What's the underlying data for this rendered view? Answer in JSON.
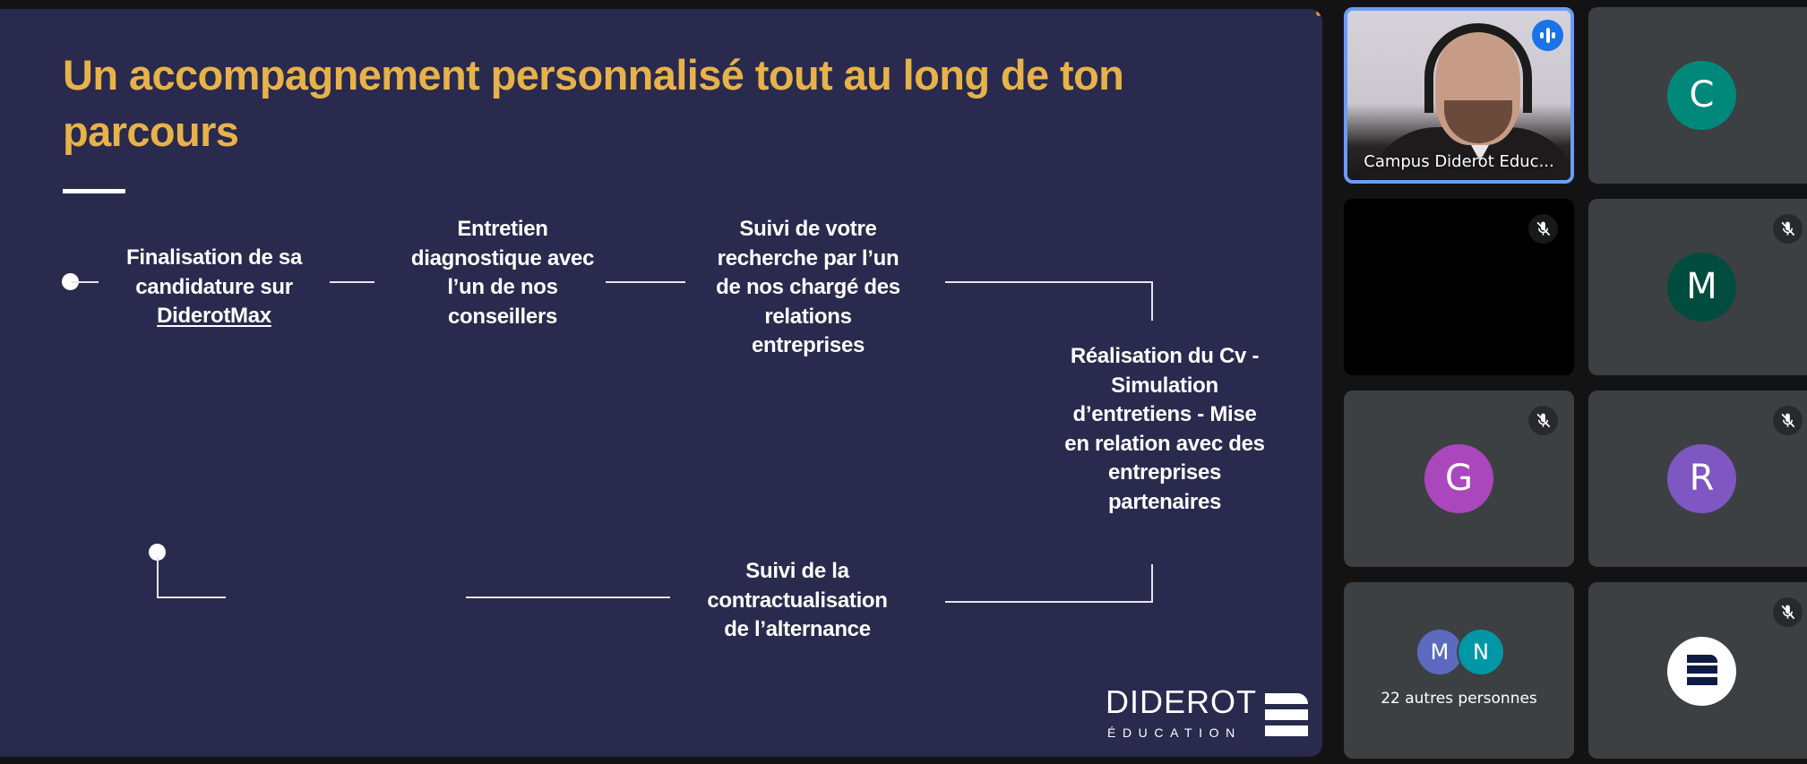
{
  "slide": {
    "title": "Un accompagnement personnalisé tout au long de ton parcours",
    "colors": {
      "background": "#292a4d",
      "title": "#e8b24a",
      "text": "#ffffff"
    },
    "steps": [
      {
        "lines": [
          "Finalisation de sa",
          "candidature sur"
        ],
        "link": "DiderotMax"
      },
      {
        "lines": [
          "Entretien",
          "diagnostique avec",
          "l’un de nos",
          "conseillers"
        ]
      },
      {
        "lines": [
          "Suivi de votre",
          "recherche par l’un",
          "de nos chargé des",
          "relations",
          "entreprises"
        ]
      },
      {
        "lines": [
          "Réalisation du Cv -",
          "Simulation",
          "d’entretiens - Mise",
          "en relation avec des",
          "entreprises",
          "partenaires"
        ]
      },
      {
        "lines": [
          "Suivi de la",
          "contractualisation",
          "de l’alternance"
        ]
      }
    ],
    "logo": {
      "word": "DIDEROT",
      "sub": "ÉDUCATION"
    }
  },
  "participants": {
    "speaker": {
      "name": "Campus Diderot Educ...",
      "indicator": "speaking-icon",
      "accent": "#6b9cf5"
    },
    "tiles": [
      {
        "initial": "C",
        "color": "#00897b",
        "muted": false
      },
      {
        "initial": "",
        "color": "#000000",
        "muted": true
      },
      {
        "initial": "M",
        "color": "#004d40",
        "muted": true
      },
      {
        "initial": "G",
        "color": "#ab47bc",
        "muted": true
      },
      {
        "initial": "R",
        "color": "#7e57c2",
        "muted": true
      }
    ],
    "others": {
      "count_label": "22 autres personnes",
      "avatars": [
        {
          "initial": "M",
          "color": "#5c6bc0"
        },
        {
          "initial": "N",
          "color": "#0097a7"
        }
      ]
    },
    "logo_tile": {
      "icon": "diderot-logo-icon",
      "muted": true
    }
  }
}
